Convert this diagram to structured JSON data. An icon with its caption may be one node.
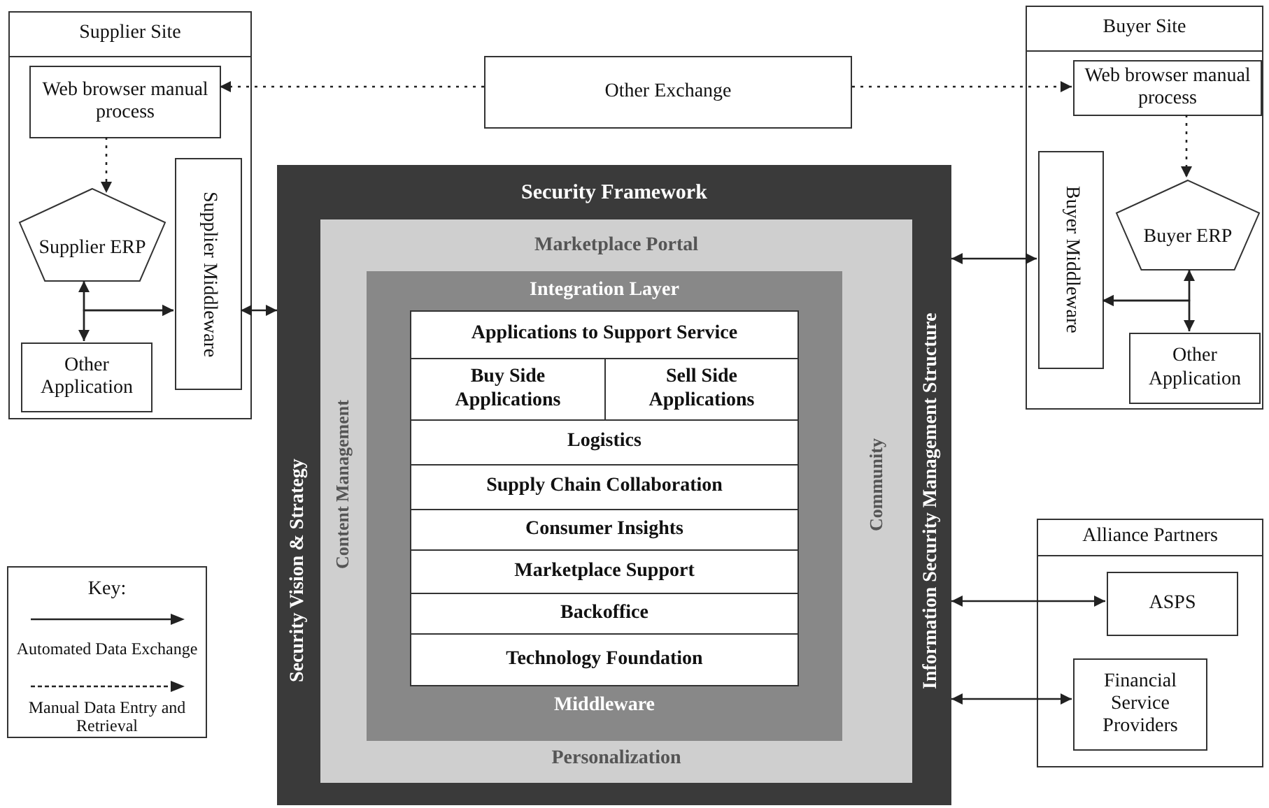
{
  "diagram": {
    "nodes": [
      {
        "text": [
          "Supplier Site"
        ]
      },
      {
        "text": [
          "Web browser manual process"
        ],
        "in": 0
      },
      {
        "text": [
          "Supplier ERP"
        ],
        "in": 0
      },
      {
        "text": [
          "Supplier Middleware"
        ],
        "in": 0
      },
      {
        "text": [
          "Other Application"
        ],
        "in": 0
      },
      {
        "text": [
          "Other Exchange"
        ]
      },
      {
        "text": [
          "Buyer Site"
        ]
      },
      {
        "text": [
          "Web browser manual process"
        ],
        "in": 6
      },
      {
        "text": [
          "Buyer Middleware"
        ],
        "in": 6
      },
      {
        "text": [
          "Buyer ERP"
        ],
        "in": 6
      },
      {
        "text": [
          "Other Application"
        ],
        "in": 6
      },
      {
        "text": [
          "Security Framework",
          "Security Vision & Strategy",
          "Information Security Management Structure"
        ]
      },
      {
        "text": [
          "Marketplace Portal",
          "Content Management",
          "Community",
          "Personalization"
        ],
        "in": 11
      },
      {
        "text": [
          "Integration Layer",
          "Middleware"
        ],
        "in": 12
      },
      {
        "text": [
          "Applications to Support Service"
        ],
        "in": 13
      },
      {
        "text": [
          "Buy Side Applications"
        ],
        "in": 13
      },
      {
        "text": [
          "Sell Side Applications"
        ],
        "in": 13
      },
      {
        "text": [
          "Logistics"
        ],
        "in": 13
      },
      {
        "text": [
          "Supply Chain Collaboration"
        ],
        "in": 13
      },
      {
        "text": [
          "Consumer Insights"
        ],
        "in": 13
      },
      {
        "text": [
          "Marketplace Support"
        ],
        "in": 13
      },
      {
        "text": [
          "Backoffice"
        ],
        "in": 13
      },
      {
        "text": [
          "Technology Foundation"
        ],
        "in": 13
      },
      {
        "text": [
          "Alliance Partners"
        ]
      },
      {
        "text": [
          "ASPS"
        ],
        "in": 23
      },
      {
        "text": [
          "Financial Service Providers"
        ],
        "in": 23
      }
    ],
    "edges": [
      {
        "from": 5,
        "to": 1,
        "arrow": "to",
        "style": "dashed"
      },
      {
        "from": 5,
        "to": 7,
        "arrow": "to",
        "style": "dashed"
      },
      {
        "from": 1,
        "to": 2,
        "arrow": "to",
        "style": "dashed"
      },
      {
        "from": 7,
        "to": 9,
        "arrow": "to",
        "style": "dashed"
      },
      {
        "from": 2,
        "to": 4,
        "arrow": "both"
      },
      {
        "from": 2,
        "to": 3,
        "arrow": "to"
      },
      {
        "from": 4,
        "to": 3,
        "arrow": "to"
      },
      {
        "from": 3,
        "to": 11,
        "arrow": "both"
      },
      {
        "from": 11,
        "to": 8,
        "arrow": "both"
      },
      {
        "from": 9,
        "to": 8,
        "arrow": "to"
      },
      {
        "from": 10,
        "to": 8,
        "arrow": "to"
      },
      {
        "from": 9,
        "to": 10,
        "arrow": "both"
      },
      {
        "from": 11,
        "to": 24,
        "arrow": "both"
      },
      {
        "from": 11,
        "to": 25,
        "arrow": "both"
      }
    ],
    "labels": [
      "Key:"
    ],
    "legend": [
      {
        "text": "Automated Data Exchange"
      },
      {
        "text": "Manual Data Entry and Retrieval"
      }
    ]
  }
}
